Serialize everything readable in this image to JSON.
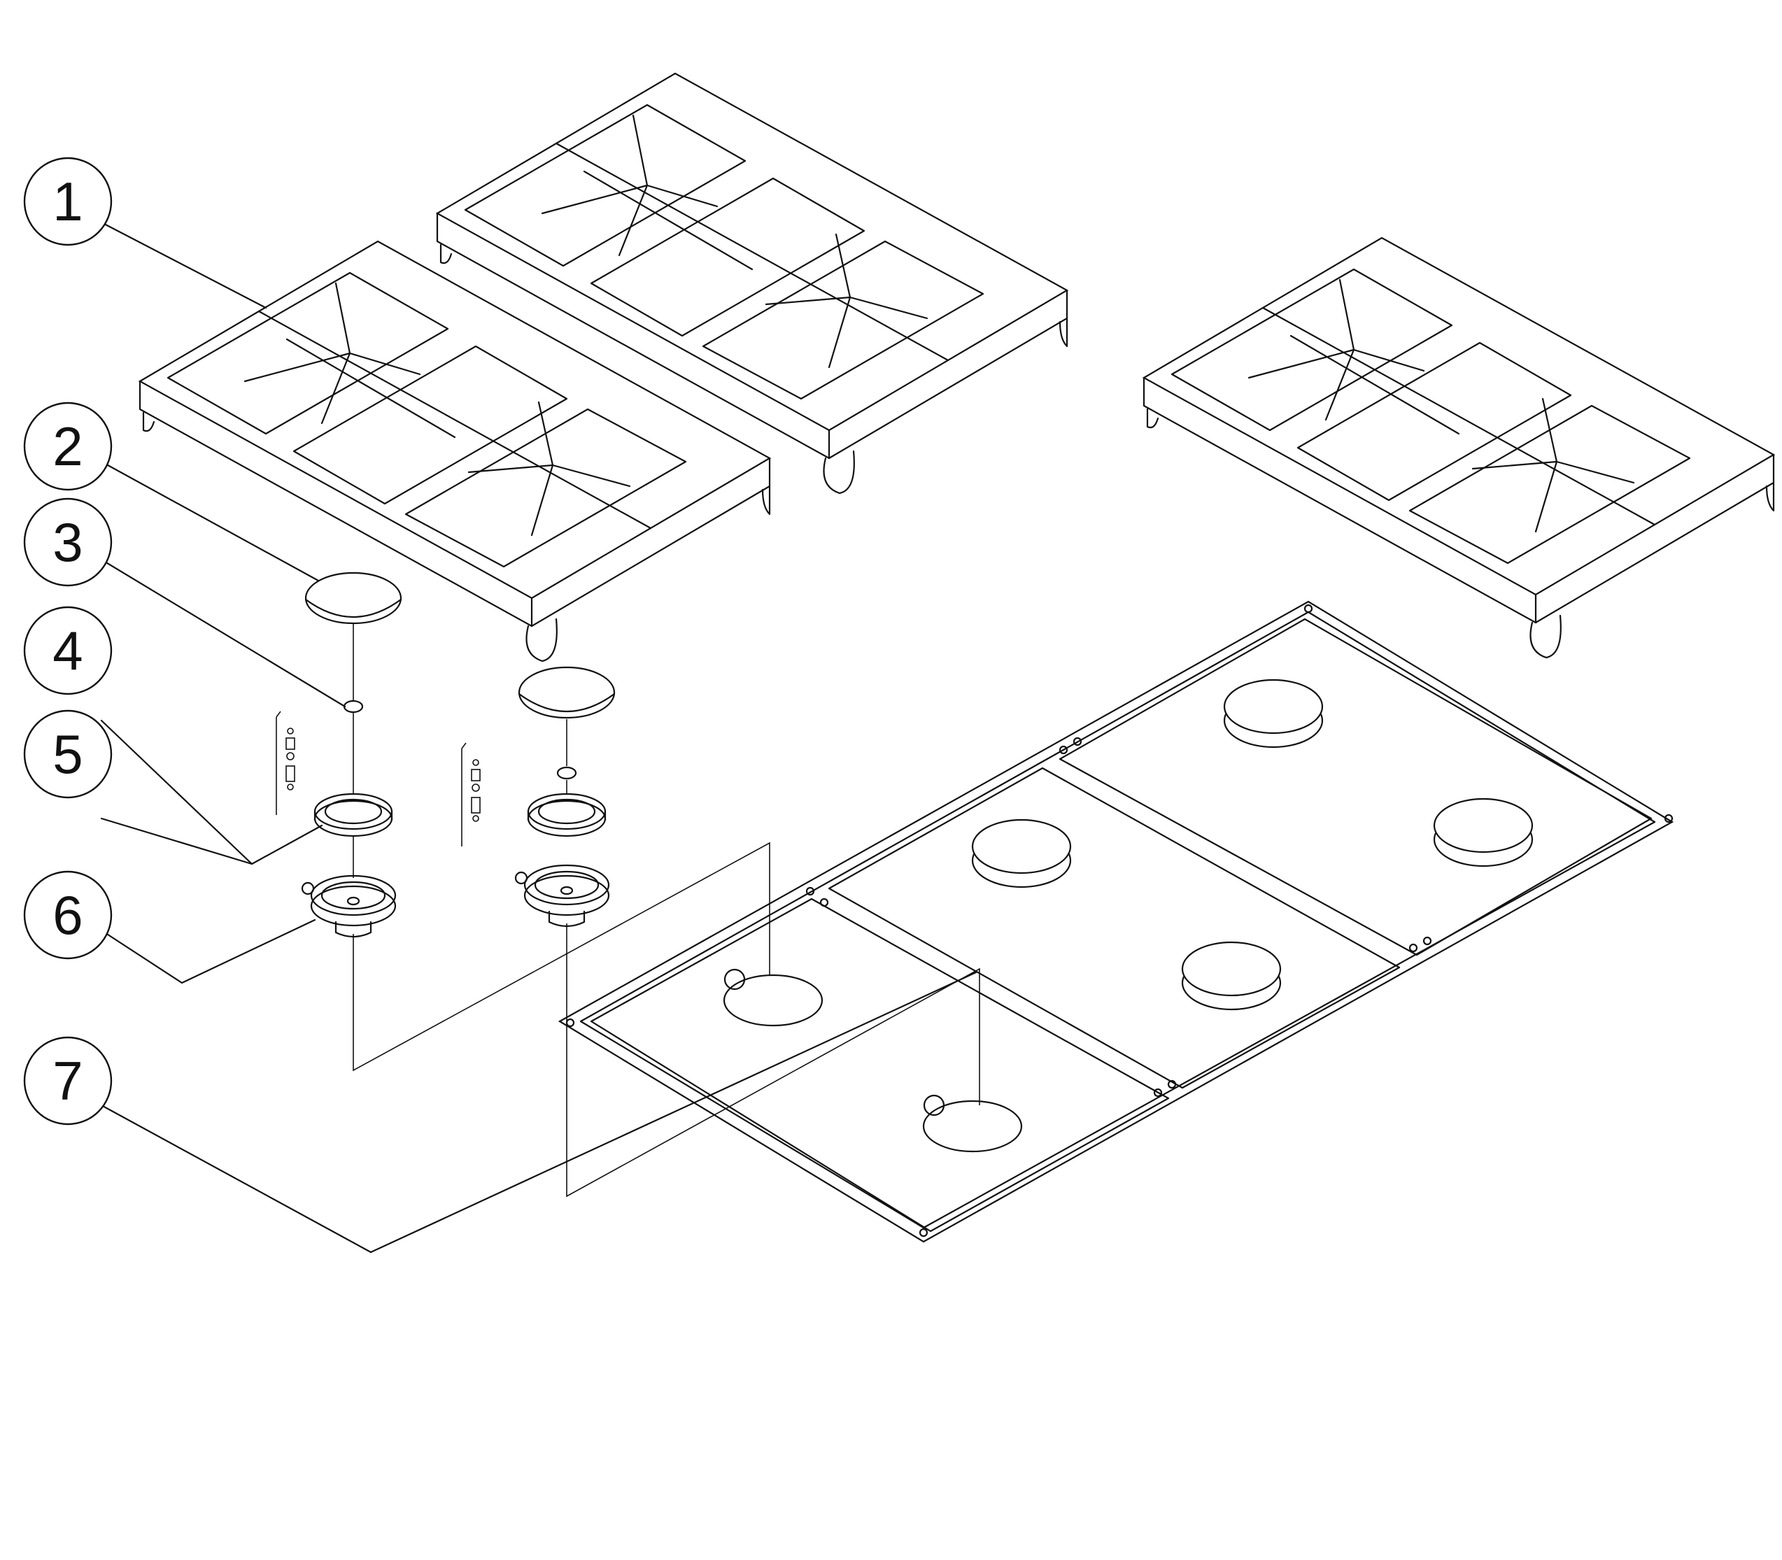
{
  "callouts": [
    {
      "number": "1"
    },
    {
      "number": "2"
    },
    {
      "number": "3"
    },
    {
      "number": "4"
    },
    {
      "number": "5"
    },
    {
      "number": "6"
    },
    {
      "number": "7"
    }
  ],
  "colors": {
    "line": "#111111",
    "background": "#ffffff"
  }
}
